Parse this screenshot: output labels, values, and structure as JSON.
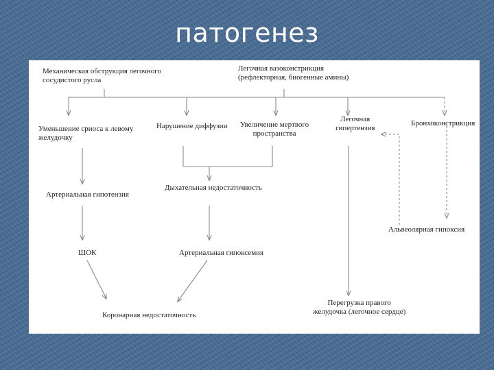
{
  "slide": {
    "title": "патогенез"
  },
  "diagram": {
    "nodes": {
      "mech_obstruction": "Механическая обструкция легочного\nсосудистого русла",
      "pulm_vasoconstriction": "Легочная вазоконстрикция\n(рефлекторная, биогенные амины)",
      "lv_output_decrease": "Уменьшение сриоса к левому\nжелудочку",
      "diffusion_disorder": "Нарушение диффузии",
      "dead_space_increase": "Увеличение мертвого\nпространства",
      "pulm_hypertension": "Легочная\nгипертензия",
      "bronchoconstriction": "Бронхоконстрикция",
      "arterial_hypotension": "Артериальная гипотензия",
      "respiratory_failure": "Дыхательная недостаточность",
      "alveolar_hypoxia": "Альвеолярная гипоксия",
      "shock": "ШОК",
      "arterial_hypoxemia": "Артериальная гипоксемия",
      "coronary_insufficiency": "Коронарная недостаточность",
      "rv_overload": "Перегрузка правого\nжелудочка (легочное сердце)"
    }
  }
}
